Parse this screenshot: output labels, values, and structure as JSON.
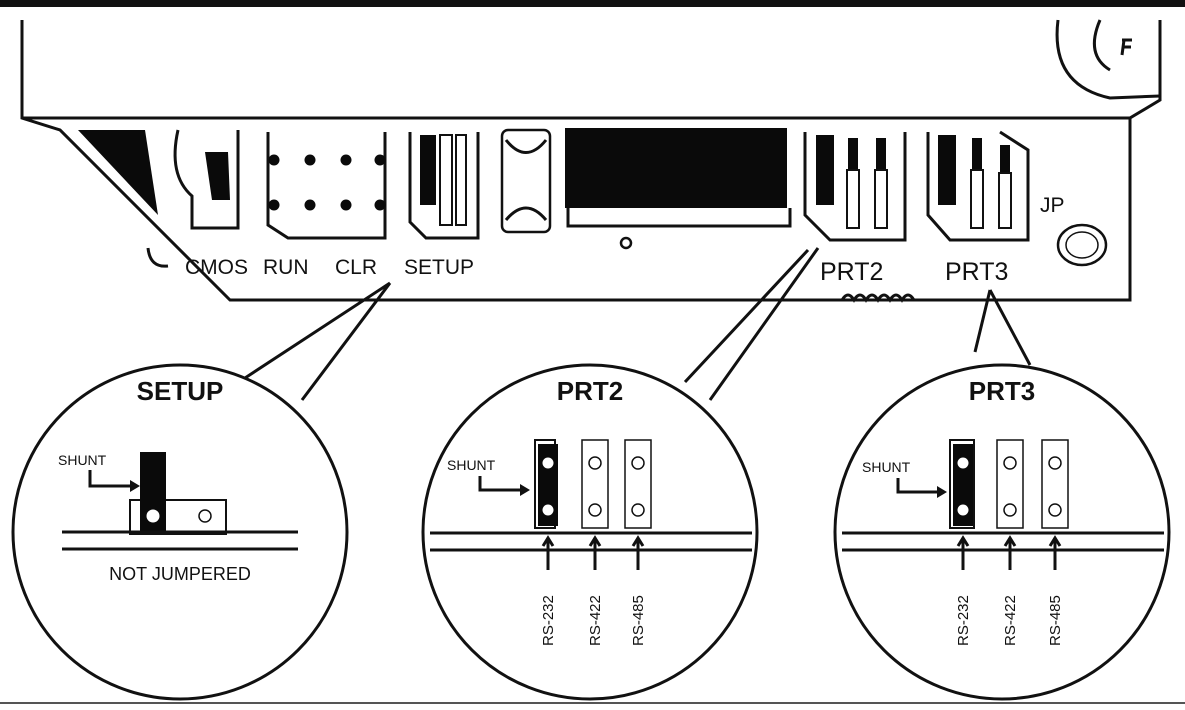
{
  "board_labels": {
    "cmos": "CMOS",
    "run": "RUN",
    "clr": "CLR",
    "setup": "SETUP",
    "prt2": "PRT2",
    "prt3": "PRT3",
    "jp": "JP"
  },
  "callouts": {
    "setup": {
      "title": "SETUP",
      "shunt_label": "SHUNT",
      "state_label": "NOT JUMPERED"
    },
    "prt2": {
      "title": "PRT2",
      "shunt_label": "SHUNT",
      "pins": [
        "RS-232",
        "RS-422",
        "RS-485"
      ]
    },
    "prt3": {
      "title": "PRT3",
      "shunt_label": "SHUNT",
      "pins": [
        "RS-232",
        "RS-422",
        "RS-485"
      ]
    }
  }
}
